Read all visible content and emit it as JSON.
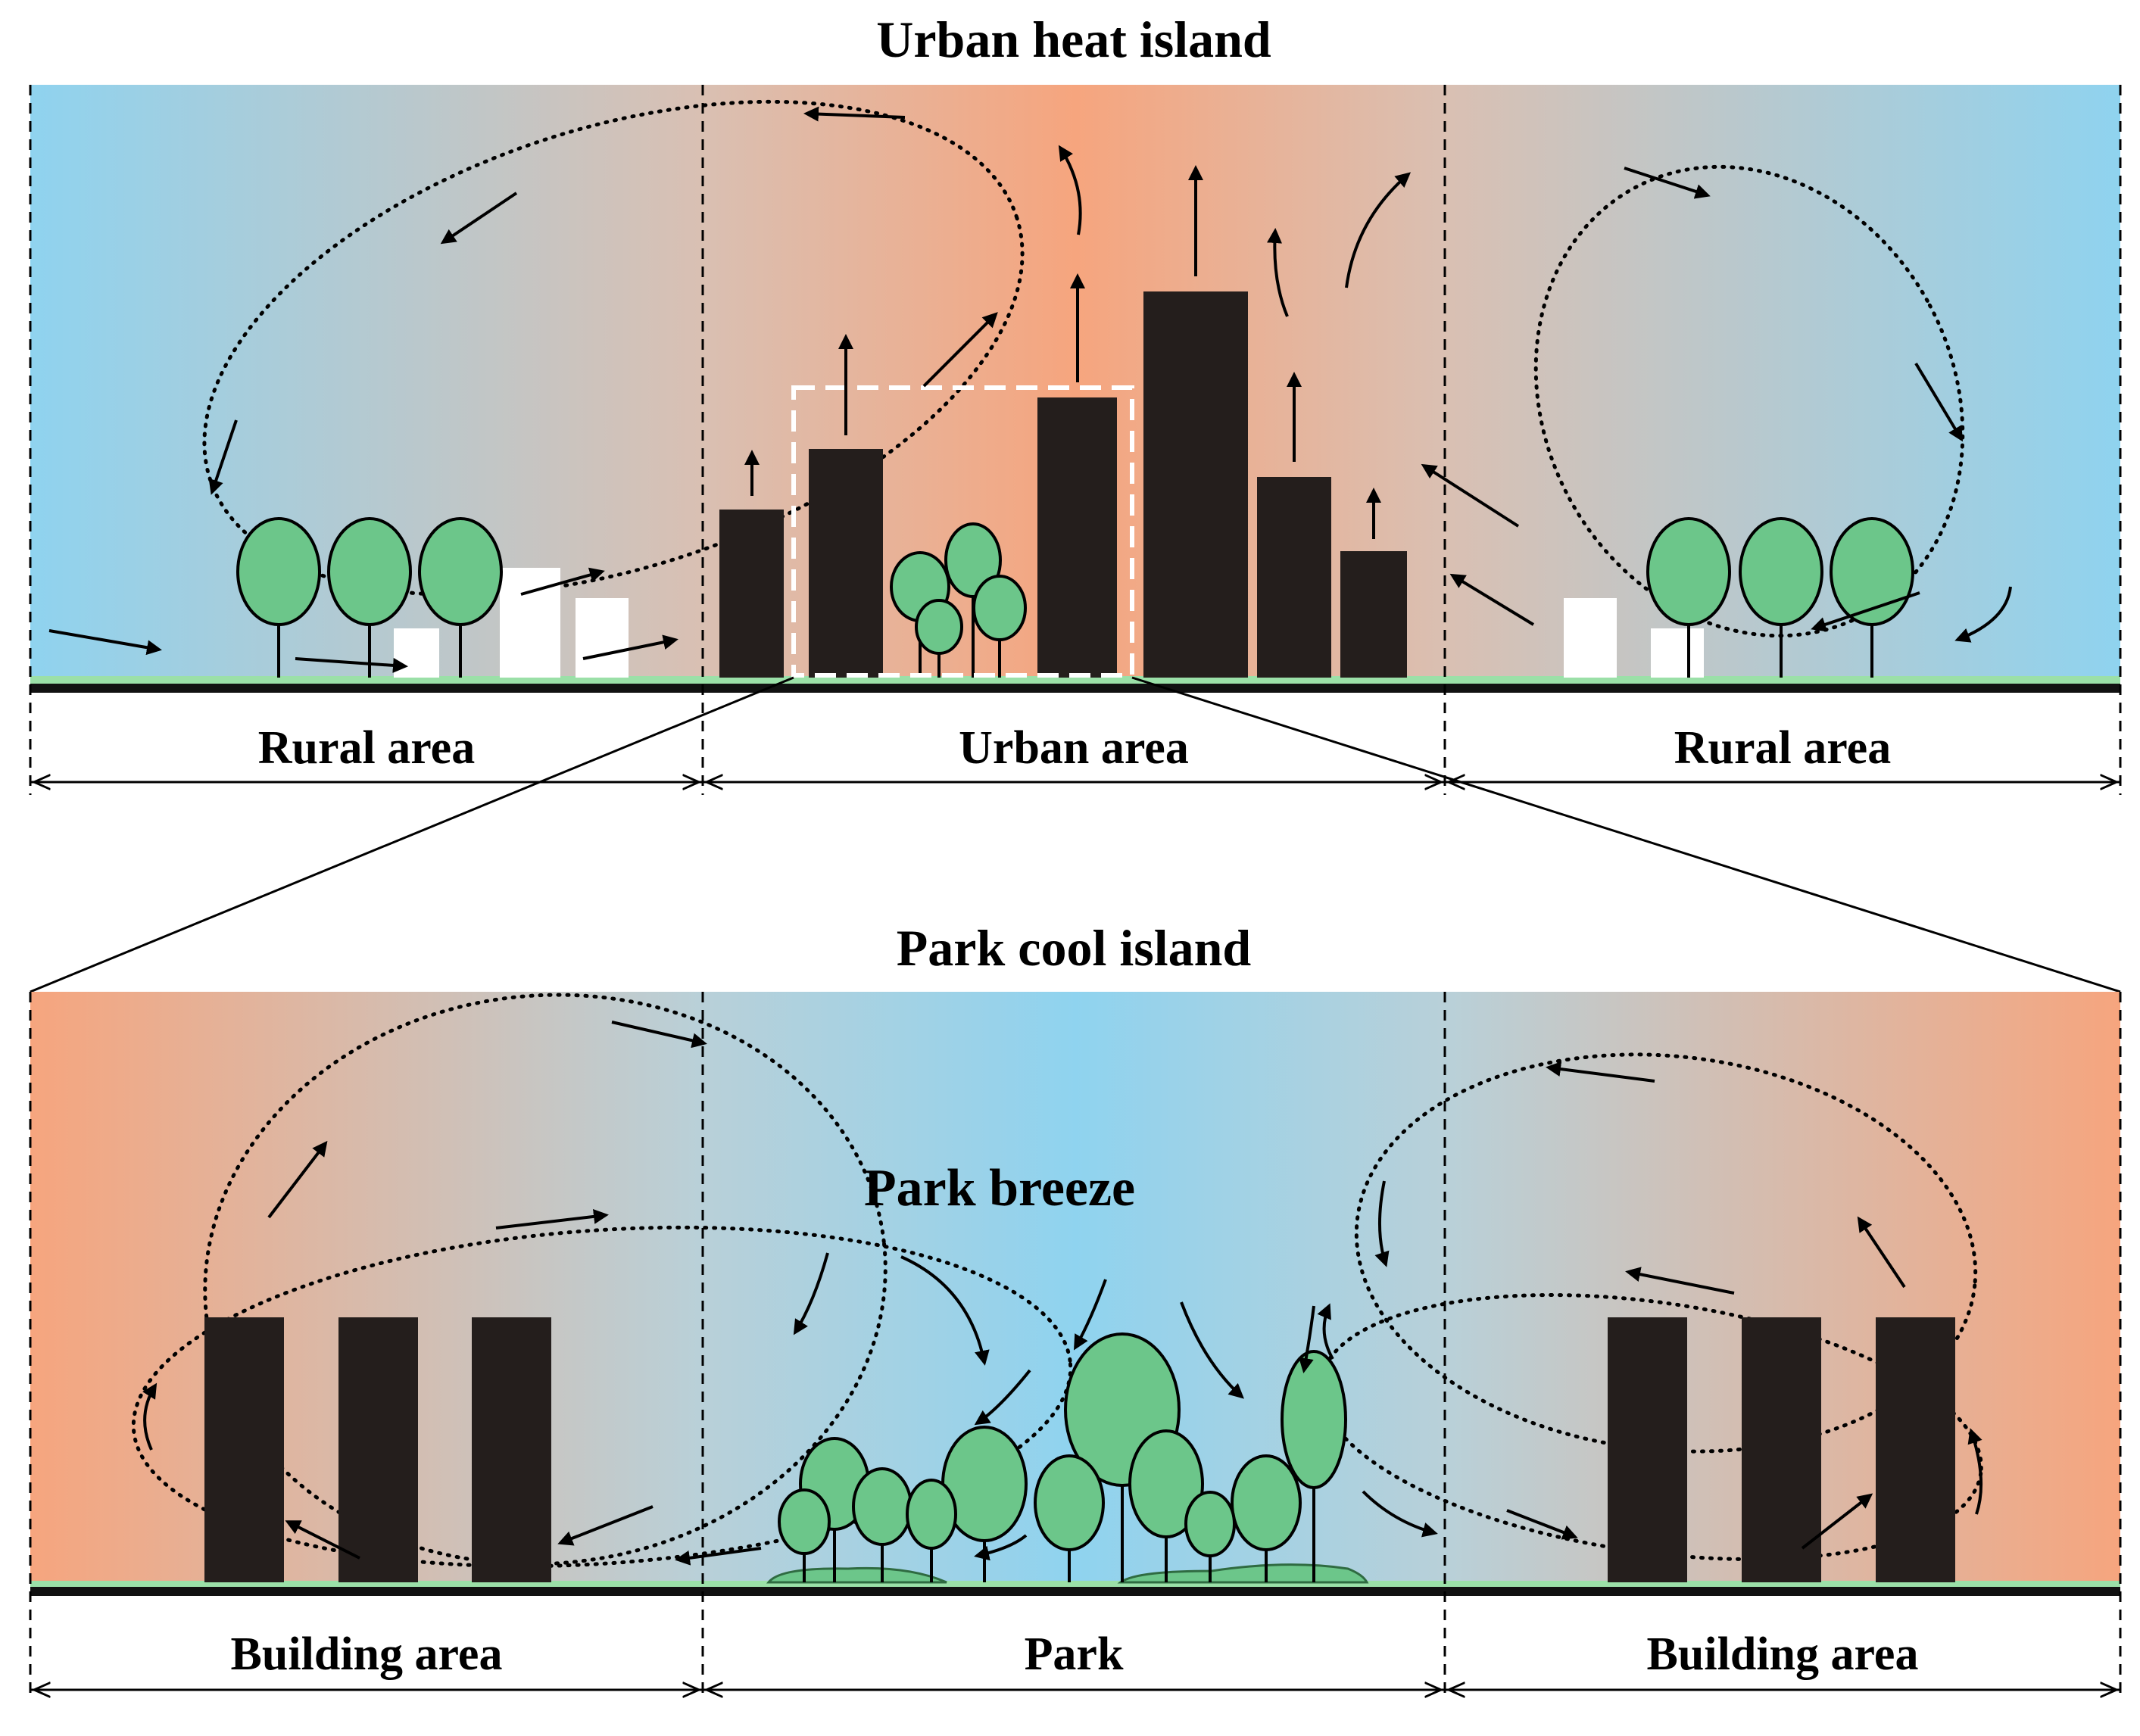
{
  "top": {
    "title": "Urban heat island",
    "zones": [
      "Rural area",
      "Urban area",
      "Rural area"
    ]
  },
  "bottom": {
    "title": "Park cool island",
    "annotation": "Park breeze",
    "zones": [
      "Building area",
      "Park",
      "Building area"
    ]
  },
  "colors": {
    "cool": "#8fd3ef",
    "warm": "#f6a57e",
    "tree": "#6cc68a",
    "building": "#241e1c"
  }
}
